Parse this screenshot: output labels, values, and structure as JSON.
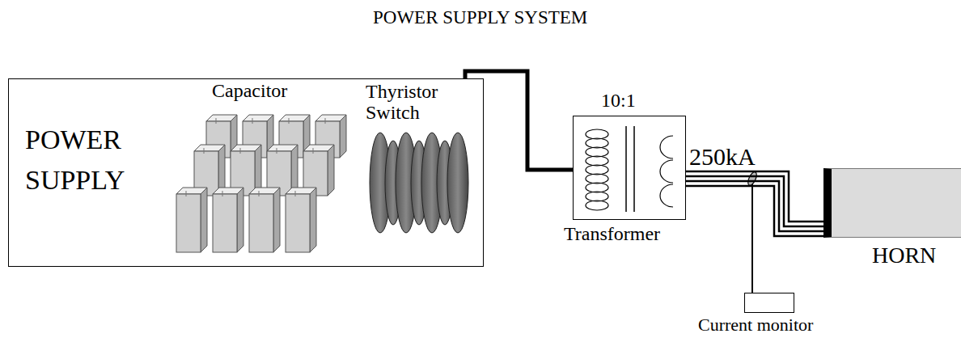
{
  "diagram": {
    "title": "POWER SUPPLY SYSTEM",
    "nodes": [
      {
        "text": [
          "POWER SUPPLY"
        ]
      },
      {
        "text": [
          "10:1",
          "Transformer"
        ]
      },
      {
        "text": [
          "HORN"
        ]
      },
      {
        "text": [
          "Current monitor"
        ]
      }
    ],
    "edges": [
      {
        "from": 0,
        "to": 1,
        "arrow": "none"
      },
      {
        "from": 1,
        "to": 2,
        "arrow": "none",
        "label": "250kA"
      }
    ],
    "labels": [
      "Capacitor",
      "Thyristor Switch"
    ]
  }
}
